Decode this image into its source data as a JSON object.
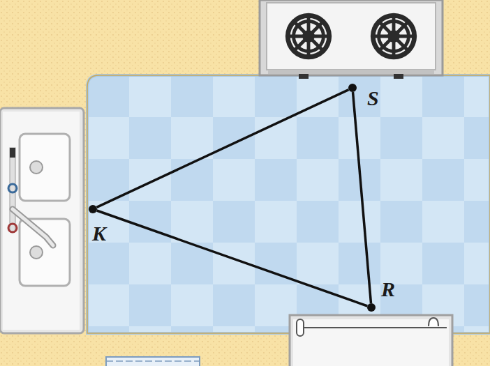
{
  "diagram": {
    "nodes": [
      {
        "text": [
          "S"
        ]
      },
      {
        "text": [
          "K"
        ]
      },
      {
        "text": [
          "R"
        ]
      }
    ],
    "edges": [
      {
        "from": 1,
        "to": 0,
        "arrow": "none"
      },
      {
        "from": 0,
        "to": 2,
        "arrow": "none"
      },
      {
        "from": 2,
        "to": 1,
        "arrow": "none"
      }
    ]
  }
}
